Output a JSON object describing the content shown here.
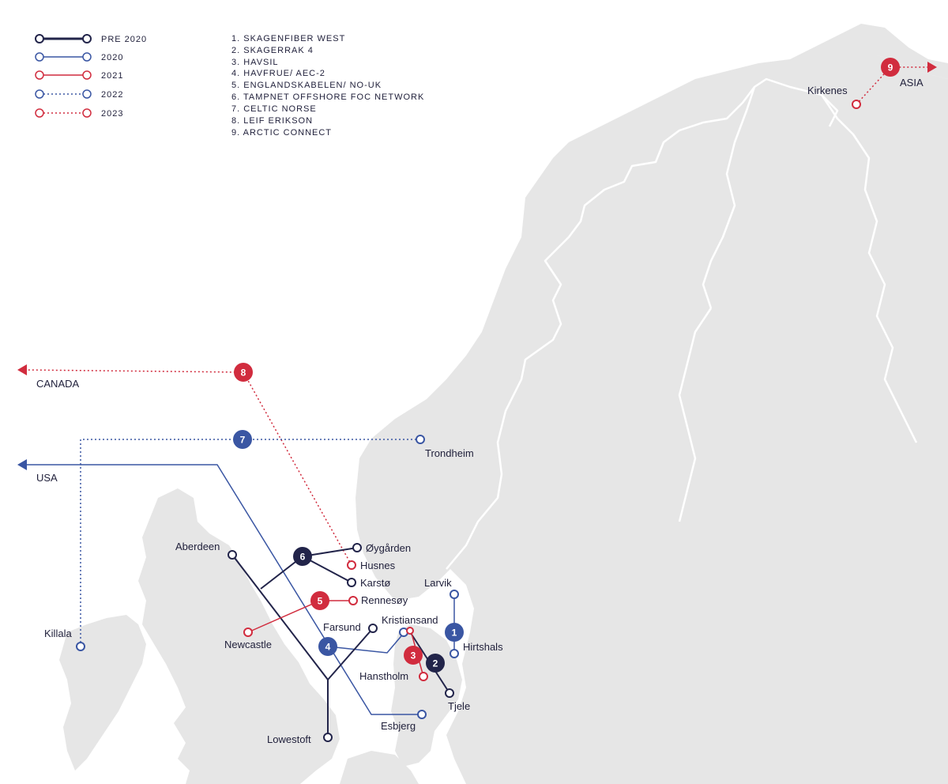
{
  "colors": {
    "pre2020": "#22244a",
    "y2020": "#3a56a3",
    "y2021": "#d12c3e",
    "y2022": "#3a56a3",
    "y2023": "#d12c3e",
    "land": "#e6e6e6"
  },
  "legend": {
    "items": [
      {
        "label": "PRE 2020",
        "style": "solid-thick",
        "color": "pre2020"
      },
      {
        "label": "2020",
        "style": "solid",
        "color": "y2020"
      },
      {
        "label": "2021",
        "style": "solid",
        "color": "y2021"
      },
      {
        "label": "2022",
        "style": "dotted",
        "color": "y2022"
      },
      {
        "label": "2023",
        "style": "dotted",
        "color": "y2023"
      }
    ]
  },
  "cable_list": [
    "1. SKAGENFIBER WEST",
    "2. SKAGERRAK 4",
    "3. HAVSIL",
    "4. HAVFRUE/ AEC-2",
    "5. ENGLANDSKABELEN/ NO-UK",
    "6. TAMPNET OFFSHORE FOC NETWORK",
    "7. CELTIC NORSE",
    "8. LEIF ERIKSON",
    "9. ARCTIC CONNECT"
  ],
  "places": {
    "kirkenes": "Kirkenes",
    "asia": "ASIA",
    "canada": "CANADA",
    "usa": "USA",
    "trondheim": "Trondheim",
    "aberdeen": "Aberdeen",
    "oygarden": "Øygården",
    "husnes": "Husnes",
    "karsto": "Karstø",
    "larvik": "Larvik",
    "rennesoy": "Rennesøy",
    "kristiansand": "Kristiansand",
    "farsund": "Farsund",
    "killala": "Killala",
    "newcastle": "Newcastle",
    "hirtshals": "Hirtshals",
    "hanstholm": "Hanstholm",
    "tjele": "Tjele",
    "esbjerg": "Esbjerg",
    "lowestoft": "Lowestoft"
  },
  "badges": {
    "b1": "1",
    "b2": "2",
    "b3": "3",
    "b4": "4",
    "b5": "5",
    "b6": "6",
    "b7": "7",
    "b8": "8",
    "b9": "9"
  }
}
